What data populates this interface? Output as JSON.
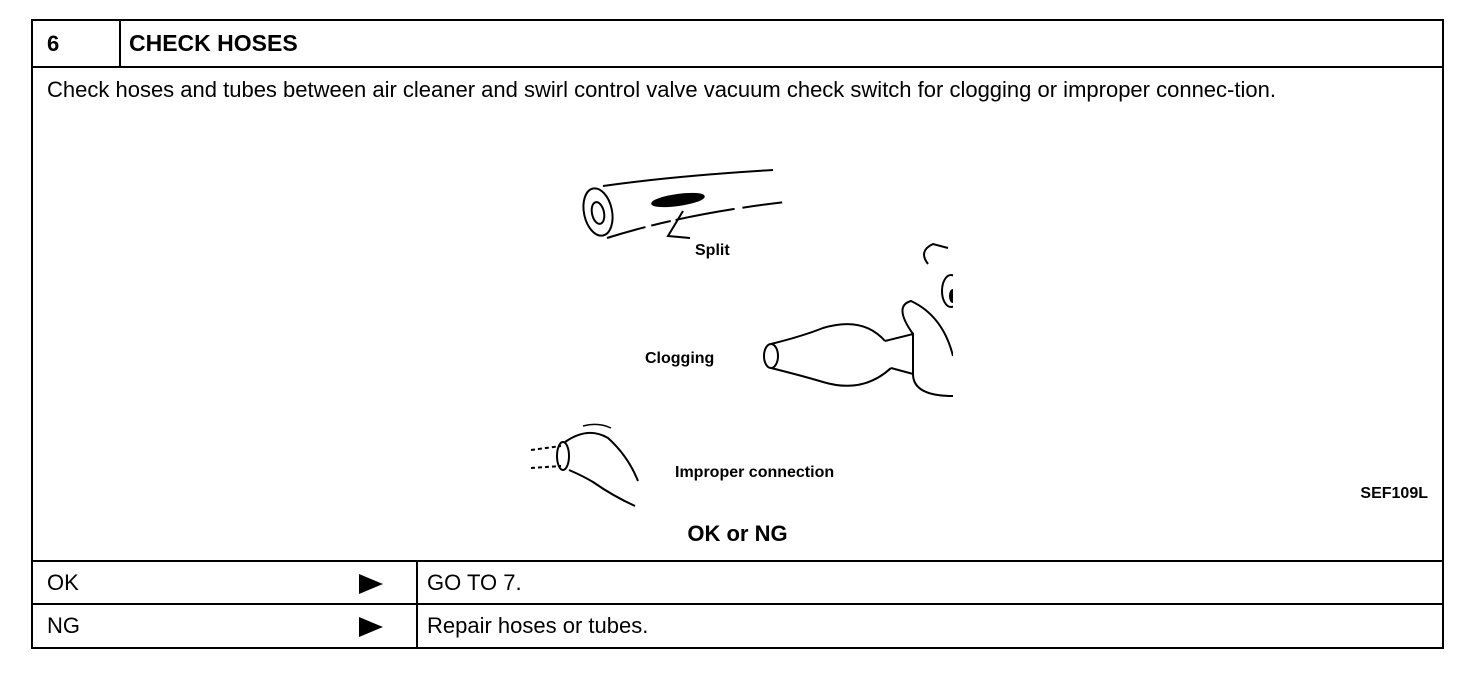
{
  "header": {
    "step_number": "6",
    "title": "CHECK HOSES"
  },
  "instruction": "Check hoses and tubes between air cleaner and swirl control valve vacuum check switch for clogging or improper connec-tion.",
  "illustration": {
    "labels": {
      "split": "Split",
      "clogging": "Clogging",
      "improper": "Improper connection"
    },
    "figure_code": "SEF109L"
  },
  "result_prompt": "OK or NG",
  "results": [
    {
      "status": "OK",
      "action": "GO TO 7."
    },
    {
      "status": "NG",
      "action": "Repair hoses or tubes."
    }
  ]
}
